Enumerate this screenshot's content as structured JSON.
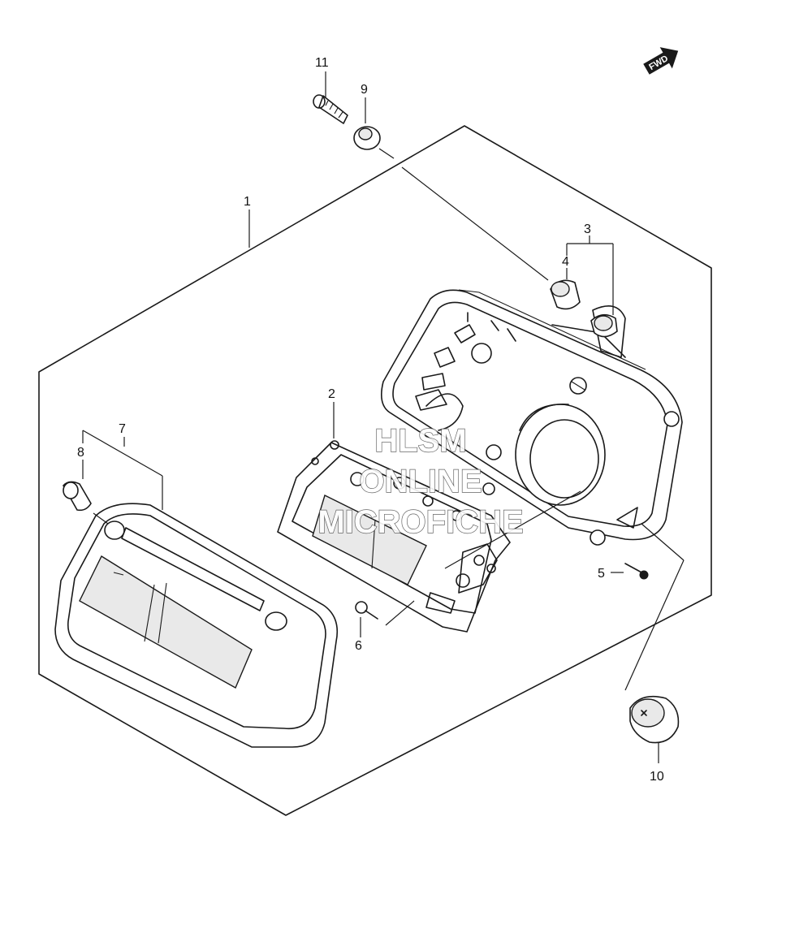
{
  "diagram": {
    "callouts": [
      {
        "id": "1",
        "label": "1"
      },
      {
        "id": "2",
        "label": "2"
      },
      {
        "id": "3",
        "label": "3"
      },
      {
        "id": "4",
        "label": "4"
      },
      {
        "id": "5",
        "label": "5"
      },
      {
        "id": "6",
        "label": "6"
      },
      {
        "id": "7",
        "label": "7"
      },
      {
        "id": "8",
        "label": "8"
      },
      {
        "id": "9",
        "label": "9"
      },
      {
        "id": "10",
        "label": "10"
      },
      {
        "id": "11",
        "label": "11"
      }
    ],
    "direction_indicator": {
      "label": "FWD",
      "icon": "forward-arrow-icon"
    }
  },
  "watermark": {
    "line1": "HLSM",
    "line2": "ONLINE",
    "line3": "MICROFICHE"
  }
}
